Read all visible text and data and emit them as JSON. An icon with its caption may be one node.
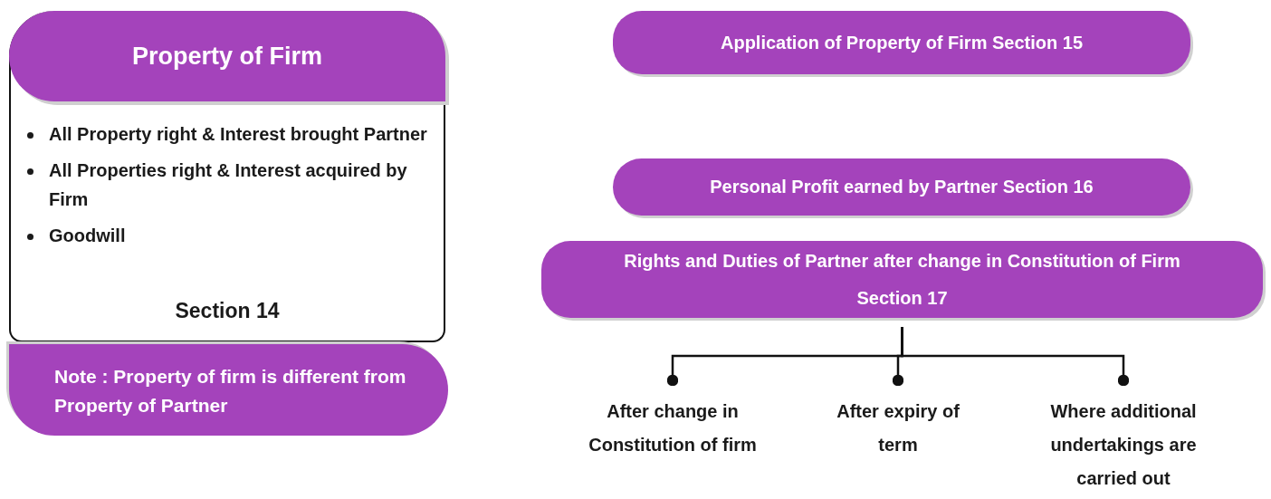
{
  "diagram": {
    "nodes": [
      {
        "text": [
          "Property of Firm",
          "All Property right & Interest brought Partner",
          "All Properties right & Interest acquired by Firm",
          "Goodwill",
          "Section 14"
        ]
      },
      {
        "text": [
          "Note : Property of firm is different from Property of Partner"
        ]
      },
      {
        "text": [
          "Application of Property of Firm Section 15"
        ]
      },
      {
        "text": [
          "Personal Profit earned by Partner Section 16"
        ]
      },
      {
        "text": [
          "Rights and Duties of Partner after change in Constitution of Firm",
          "Section 17"
        ]
      },
      {
        "text": [
          "After change in Constitution of firm"
        ]
      },
      {
        "text": [
          "After expiry of term"
        ]
      },
      {
        "text": [
          "Where additional undertakings are carried out"
        ]
      }
    ],
    "edges": [
      {
        "from": 4,
        "to": 5,
        "arrow": "other"
      },
      {
        "from": 4,
        "to": 6,
        "arrow": "other"
      },
      {
        "from": 4,
        "to": 7,
        "arrow": "other"
      }
    ]
  }
}
